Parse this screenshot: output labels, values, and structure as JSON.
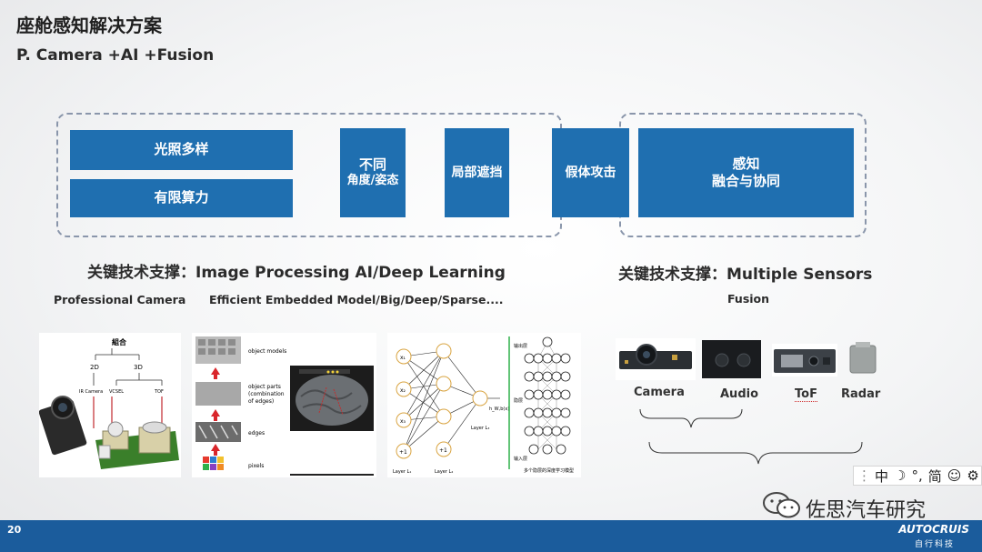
{
  "header": {
    "title": "座舱感知解决方案",
    "subtitle": "P. Camera +AI +Fusion"
  },
  "challenges": {
    "b1": "光照多样",
    "b2": "有限算力",
    "b3_l1": "不同",
    "b3_l2": "角度/姿态",
    "b4": "局部遮挡",
    "b5": "假体攻击",
    "b6_l1": "感知",
    "b6_l2": "融合与协同"
  },
  "support": {
    "left_title": "关键技术支撑：Image Processing AI/Deep Learning",
    "right_title": "关键技术支撑：Multiple Sensors",
    "left_sub1": "Professional Camera",
    "left_sub2": "Efficient Embedded Model/Big/Deep/Sparse....",
    "right_sub": "Fusion"
  },
  "camera_diagram": {
    "combo": "組合",
    "d2": "2D",
    "d3": "3D",
    "ir": "IR Camera",
    "vcsel": "VCSEL",
    "tof": "TOF"
  },
  "hierarchy": {
    "l1": "object models",
    "l2": "object parts",
    "l2b": "(combination",
    "l2c": "of edges)",
    "l3": "edges",
    "l4": "pixels"
  },
  "nn": {
    "in1": "x₁",
    "in2": "x₂",
    "in3": "x₃",
    "bias": "+1",
    "out": "h_W,b(x)",
    "layer1": "Layer L₁",
    "layer2": "Layer L₂",
    "layer3": "Layer L₃",
    "deep_top": "输出层",
    "deep_mid": "隐层",
    "deep_bot": "输入层",
    "deep_caption": "多个隐层的深度学习模型"
  },
  "sensors": [
    "Camera",
    "Audio",
    "ToF",
    "Radar"
  ],
  "ime": {
    "zh": "中",
    "moon": "☽",
    "deg": "°,",
    "jian": "简",
    "smile": "☺",
    "gear": "⚙"
  },
  "watermark": "佐思汽车研究",
  "footer": {
    "page": "20",
    "brand": "AUTOCRUIS",
    "brand_sub": "自行科技"
  },
  "colors": {
    "box": "#1f6fb0",
    "footer": "#1b5c9c",
    "dash": "#8a96ab"
  }
}
